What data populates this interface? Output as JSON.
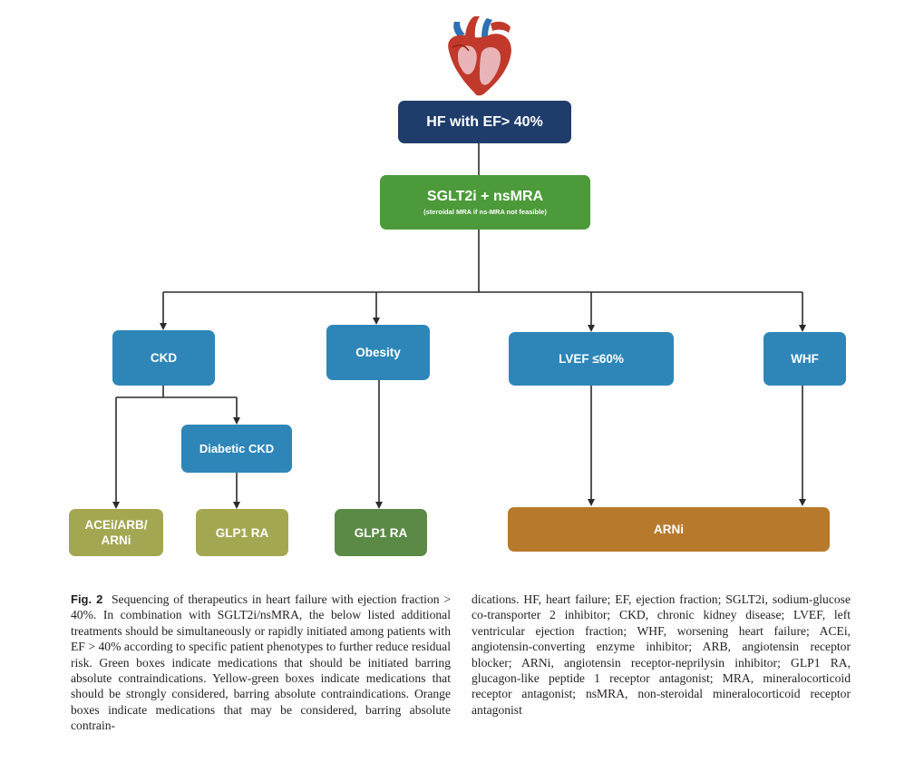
{
  "diagram": {
    "root": "HF with EF> 40%",
    "therapy": {
      "label": "SGLT2i + nsMRA",
      "note": "(steroidal MRA if ns-MRA not feasible)"
    },
    "phenotypes": {
      "ckd": "CKD",
      "obesity": "Obesity",
      "lvef": "LVEF ≤60%",
      "whf": "WHF",
      "diabetic_ckd": "Diabetic CKD"
    },
    "treatments": {
      "acei": "ACEi/ARB/ ARNi",
      "glp1_ckd": "GLP1 RA",
      "glp1_obesity": "GLP1 RA",
      "arni": "ARNi"
    },
    "colors": {
      "navy": "#1f3d6b",
      "green": "#4c9a3a",
      "blue": "#2e86b8",
      "yellow_green": "#a3a752",
      "dark_green": "#5b8a47",
      "orange": "#b77a2d"
    }
  },
  "caption": {
    "label": "Fig. 2",
    "left": "Sequencing of therapeutics in heart failure with ejection fraction > 40%. In combination with SGLT2i/nsMRA, the below listed additional treatments should be simultaneously or rapidly initiated among patients with EF > 40% according to specific patient phenotypes to further reduce residual risk. Green boxes indicate medications that should be initiated barring absolute contraindications. Yellow-green boxes indicate medications that should be strongly considered, barring absolute contraindications. Orange boxes indicate medications that may be considered, barring absolute contrain-",
    "right": "dications. HF, heart failure; EF, ejection fraction; SGLT2i, sodium-glucose co-transporter 2 inhibitor; CKD, chronic kidney disease; LVEF, left ventricular ejection fraction; WHF, worsening heart failure; ACEi, angiotensin-converting enzyme inhibitor; ARB, angiotensin receptor blocker; ARNi, angiotensin receptor-neprilysin inhibitor; GLP1 RA, glucagon-like peptide 1 receptor antagonist; MRA, mineralocorticoid receptor antagonist; nsMRA, non-steroidal mineralocorticoid receptor antagonist"
  }
}
